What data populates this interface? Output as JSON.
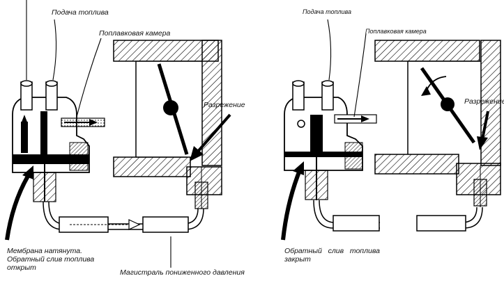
{
  "left": {
    "fuel_supply": "Подача топлива",
    "float_chamber": "Поплавковая камера",
    "vacuum": "Разрежение",
    "membrane_state": "Мембрана натянута.\nОбратный слив топлива\nоткрыт",
    "low_pressure_line": "Магистраль пониженного давления"
  },
  "right": {
    "fuel_supply": "Подача топлива",
    "float_chamber": "Поплавковая камера",
    "vacuum": "Разрежение",
    "return_closed": "Обратный   слив   топлива\nзакрыт"
  }
}
